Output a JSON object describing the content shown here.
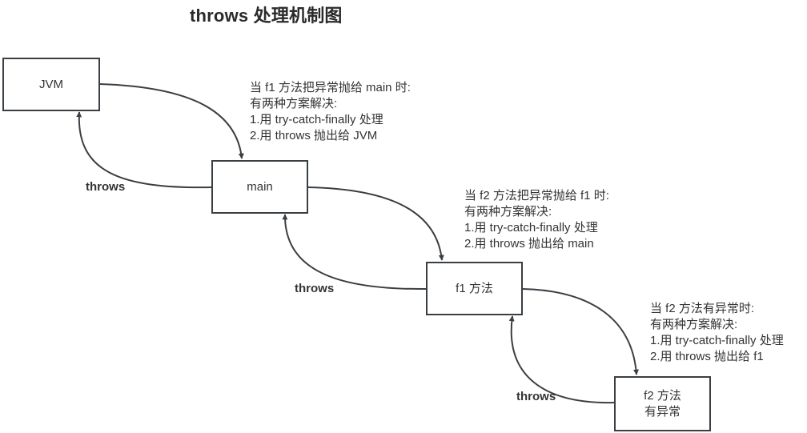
{
  "title": "throws 处理机制图",
  "nodes": {
    "jvm": "JVM",
    "main": "main",
    "f1": "f1 方法",
    "f2": "f2 方法\n有异常"
  },
  "notes": {
    "main_note": [
      "当 f1 方法把异常抛给 main 时:",
      "有两种方案解决:",
      "1.用 try-catch-finally 处理",
      "2.用 throws 抛出给 JVM"
    ],
    "f1_note": [
      "当 f2 方法把异常抛给 f1 时:",
      "有两种方案解决:",
      "1.用 try-catch-finally 处理",
      "2.用 throws 抛出给 main"
    ],
    "f2_note": [
      "当 f2 方法有异常时:",
      "有两种方案解决:",
      "1.用 try-catch-finally 处理",
      "2.用 throws 抛出给 f1"
    ]
  },
  "edge_labels": {
    "main_to_jvm": "throws",
    "f1_to_main": "throws",
    "f2_to_f1": "throws"
  },
  "colors": {
    "stroke": "#3a3f44",
    "text": "#333333"
  }
}
